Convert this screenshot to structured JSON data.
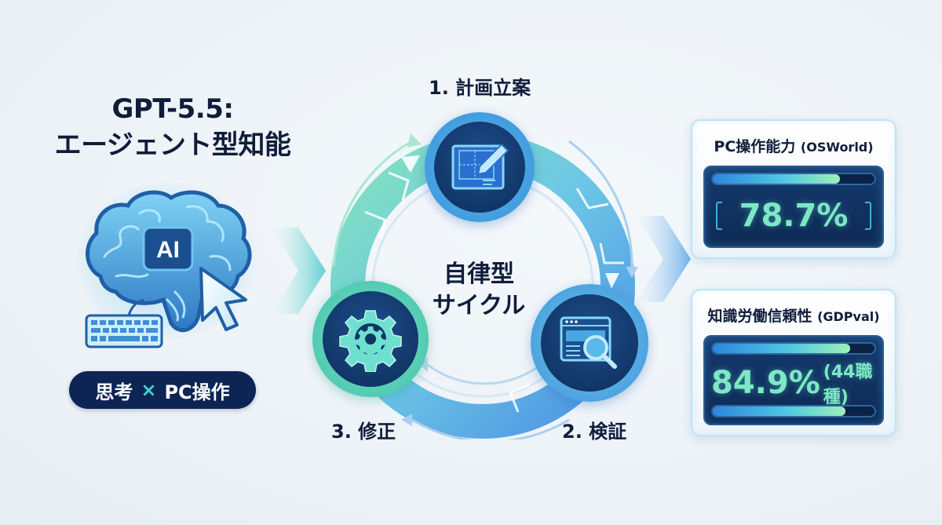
{
  "title": {
    "line1": "GPT-5.5:",
    "line2": "エージェント型知能"
  },
  "left_panel": {
    "icon": "brain-ai-cursor-keyboard-icon",
    "icon_text": "AI",
    "badge": {
      "left": "思考",
      "operator": "×",
      "right": "PC操作"
    }
  },
  "cycle": {
    "center_line1": "自律型",
    "center_line2": "サイクル",
    "steps": [
      {
        "label": "1. 計画立案",
        "icon": "blueprint-pencil-icon"
      },
      {
        "label": "2. 検証",
        "icon": "browser-magnifier-icon"
      },
      {
        "label": "3. 修正",
        "icon": "gear-icon"
      }
    ]
  },
  "metrics": [
    {
      "title": "PC操作能力",
      "subtitle": "(OSWorld)",
      "value": "78.7%",
      "note": "",
      "bar_percent": 78.7
    },
    {
      "title": "知識労働信頼性",
      "subtitle": "(GDPval)",
      "value": "84.9%",
      "note": "(44職種)",
      "bar_percent": 84.9
    }
  ],
  "colors": {
    "navy": "#101d3a",
    "badge_bg": "#0d2554",
    "accent_teal": "#3fd4d0",
    "value_green": "#7ee8c6",
    "cycle_green": "#5fd6b0",
    "cycle_blue": "#3a8ee6"
  }
}
